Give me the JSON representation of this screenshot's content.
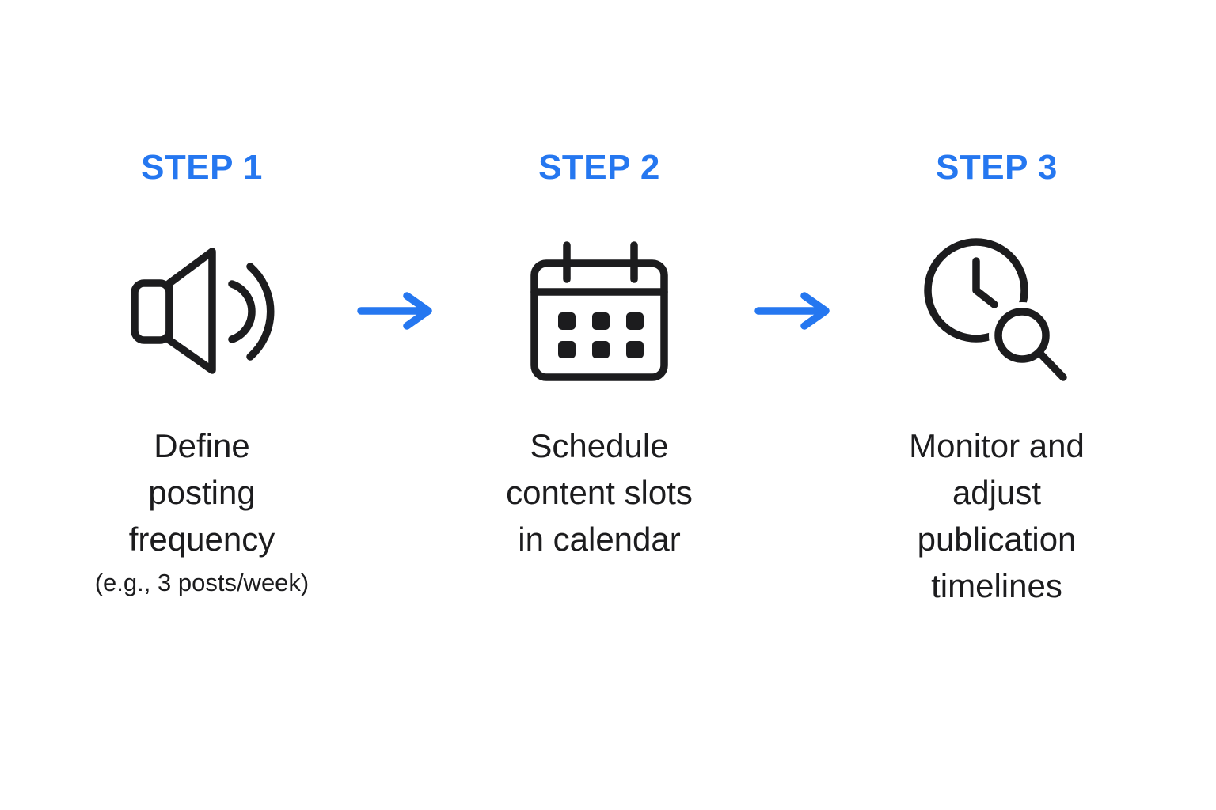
{
  "diagram": {
    "title": "three-step process diagram",
    "accent_color": "#2577F0",
    "ink_color": "#1C1C1E",
    "background_color": "#ffffff",
    "steps": [
      {
        "label": "STEP 1",
        "icon": "speaker-icon",
        "caption": "Define posting frequency",
        "caption_lines": [
          "Define",
          "posting",
          "frequency"
        ],
        "note": "(e.g., 3 posts/week)"
      },
      {
        "label": "STEP 2",
        "icon": "calendar-icon",
        "caption": "Schedule content slots in calendar",
        "caption_lines": [
          "Schedule",
          "content slots",
          "in calendar"
        ]
      },
      {
        "label": "STEP 3",
        "icon": "clock-search-icon",
        "caption": "Monitor and adjust publication timelines",
        "caption_lines": [
          "Monitor and",
          "adjust",
          "publication",
          "timelines"
        ]
      }
    ],
    "connector": "right-arrow"
  }
}
